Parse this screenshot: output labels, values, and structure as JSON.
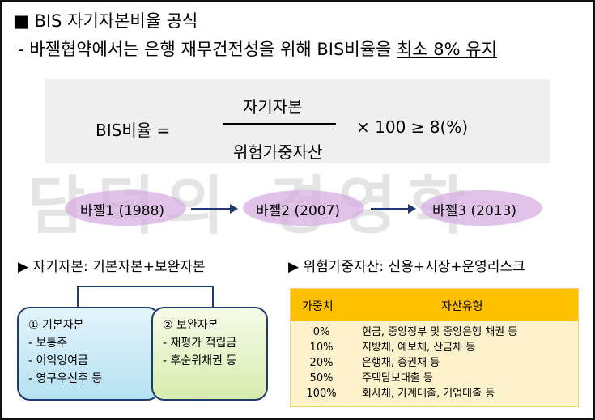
{
  "heading": {
    "line1": "■ BIS 자기자본비율 공식",
    "line2_prefix": "- 바젤협약에서는 은행 재무건전성을 위해 BIS비율을 ",
    "line2_underlined": "최소 8% 유지"
  },
  "formula": {
    "left": "BIS비율 =",
    "numerator": "자기자본",
    "denominator": "위험가중자산",
    "right": "× 100 ≥ 8(%)"
  },
  "watermark": "담덕의 경영학",
  "timeline": [
    "바젤1 (1988)",
    "바젤2 (2007)",
    "바젤3 (2013)"
  ],
  "capital": {
    "heading": "▶ 자기자본: 기본자본+보완자본",
    "basic": {
      "title": "① 기본자본",
      "items": [
        "- 보통주",
        "- 이익잉여금",
        "- 영구우선주 등"
      ]
    },
    "supplementary": {
      "title": "② 보완자본",
      "items": [
        "- 재평가 적립금",
        "- 후순위채권 등"
      ]
    }
  },
  "rwa": {
    "heading": "▶ 위험가중자산: 신용+시장+운영리스크",
    "columns": [
      "가중치",
      "자산유형"
    ],
    "weights": [
      "0%",
      "10%",
      "20%",
      "50%",
      "100%"
    ],
    "assets": [
      "현금, 중앙정부 및 중앙은행 채권 등",
      "지방채, 예보채, 산금채 등",
      "은행채, 증권채 등",
      "주택담보대출 등",
      "회사채, 가계대출, 기업대출 등"
    ]
  },
  "colors": {
    "accent_navy": "#1f3a6f",
    "oval_purple": "#d5aae0",
    "table_header": "#ffc000",
    "table_body": "#fef2cc"
  }
}
